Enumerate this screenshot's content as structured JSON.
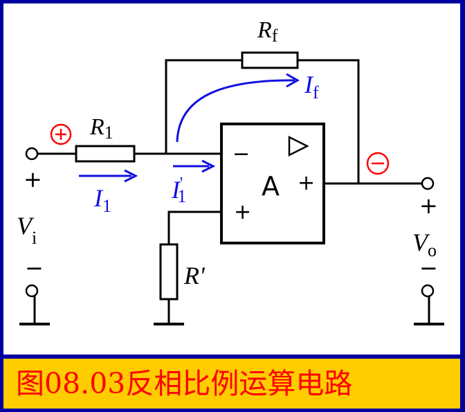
{
  "labels": {
    "rf": "R",
    "rf_sub": "f",
    "r1": "R",
    "r1_sub": "1",
    "rprime": "R'",
    "if": "I",
    "if_sub": "f",
    "i1": "I",
    "i1_sub": "1",
    "i1p": "I",
    "i1p_prime": "'",
    "i1p_sub": "1",
    "vi": "V",
    "vi_sub": "i",
    "vo": "V",
    "vo_sub": "o",
    "amp": "A",
    "minus_in": "−",
    "plus_in": "+",
    "plus_out": "+",
    "vi_plus": "+",
    "vi_minus": "−",
    "vo_plus": "+",
    "vo_minus": "−"
  },
  "caption": "图08.03反相比例运算电路",
  "colors": {
    "frame": "#0000a0",
    "caption_bg": "#ffcc00",
    "caption_text": "#ff0000",
    "current": "#1010e0",
    "polarity": "#ff0000"
  }
}
